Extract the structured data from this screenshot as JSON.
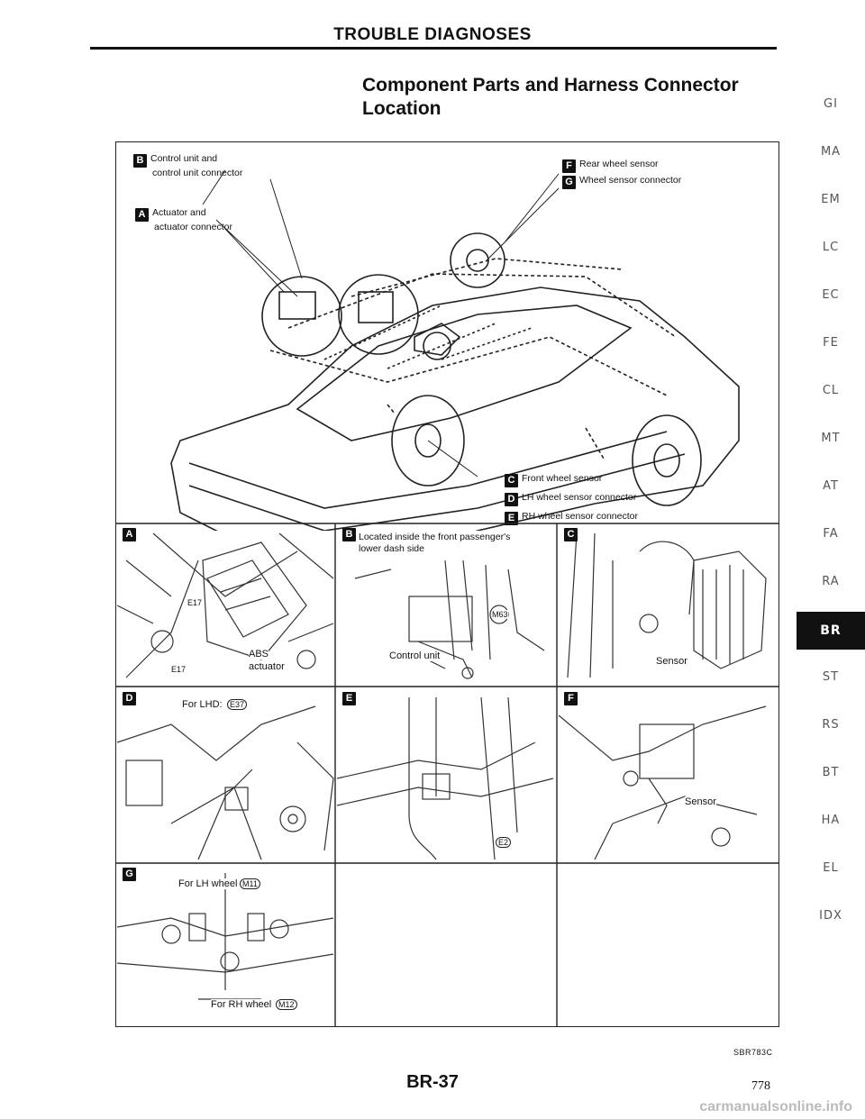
{
  "header": {
    "title": "TROUBLE DIAGNOSES"
  },
  "section": {
    "title_line1": "Component Parts and Harness Connector",
    "title_line2": "Location"
  },
  "overview": {
    "callouts": {
      "b": {
        "badge": "B",
        "line1": "Control unit and",
        "line2": "control unit connector"
      },
      "a": {
        "badge": "A",
        "line1": "Actuator and",
        "line2": "actuator connector"
      },
      "f": {
        "badge": "F",
        "text": "Rear wheel sensor"
      },
      "g": {
        "badge": "G",
        "text": "Wheel sensor connector"
      },
      "c": {
        "badge": "C",
        "text": "Front wheel sensor"
      },
      "d": {
        "badge": "D",
        "text": "LH wheel sensor connector"
      },
      "e": {
        "badge": "E",
        "text": "RH wheel sensor connector"
      }
    }
  },
  "panels": {
    "a": {
      "badge": "A",
      "conn1": "E17",
      "conn2": "E17",
      "label1": "ABS",
      "label2": "actuator"
    },
    "b": {
      "badge": "B",
      "line1": "Located inside the front passenger's",
      "line2": "lower dash side",
      "conn": "M63",
      "label": "Control unit"
    },
    "c": {
      "badge": "C",
      "label": "Sensor"
    },
    "d": {
      "badge": "D",
      "label": "For LHD:",
      "conn": "E37"
    },
    "e": {
      "badge": "E",
      "conn": "E2"
    },
    "f": {
      "badge": "F",
      "label": "Sensor"
    },
    "g": {
      "badge": "G",
      "label_top": "For LH wheel",
      "conn_top": "M11",
      "label_bottom": "For RH wheel",
      "conn_bottom": "M12"
    }
  },
  "side_tabs": [
    {
      "label": "GI",
      "active": false
    },
    {
      "label": "MA",
      "active": false
    },
    {
      "label": "EM",
      "active": false
    },
    {
      "label": "LC",
      "active": false
    },
    {
      "label": "EC",
      "active": false
    },
    {
      "label": "FE",
      "active": false
    },
    {
      "label": "CL",
      "active": false
    },
    {
      "label": "MT",
      "active": false
    },
    {
      "label": "AT",
      "active": false
    },
    {
      "label": "FA",
      "active": false
    },
    {
      "label": "RA",
      "active": false
    },
    {
      "label": "BR",
      "active": true
    },
    {
      "label": "ST",
      "active": false
    },
    {
      "label": "RS",
      "active": false
    },
    {
      "label": "BT",
      "active": false
    },
    {
      "label": "HA",
      "active": false
    },
    {
      "label": "EL",
      "active": false
    },
    {
      "label": "IDX",
      "active": false
    }
  ],
  "footer": {
    "ref_code": "SBR783C",
    "page_code": "BR-37",
    "page_number": "778",
    "watermark": "carmanualsonline.info"
  }
}
